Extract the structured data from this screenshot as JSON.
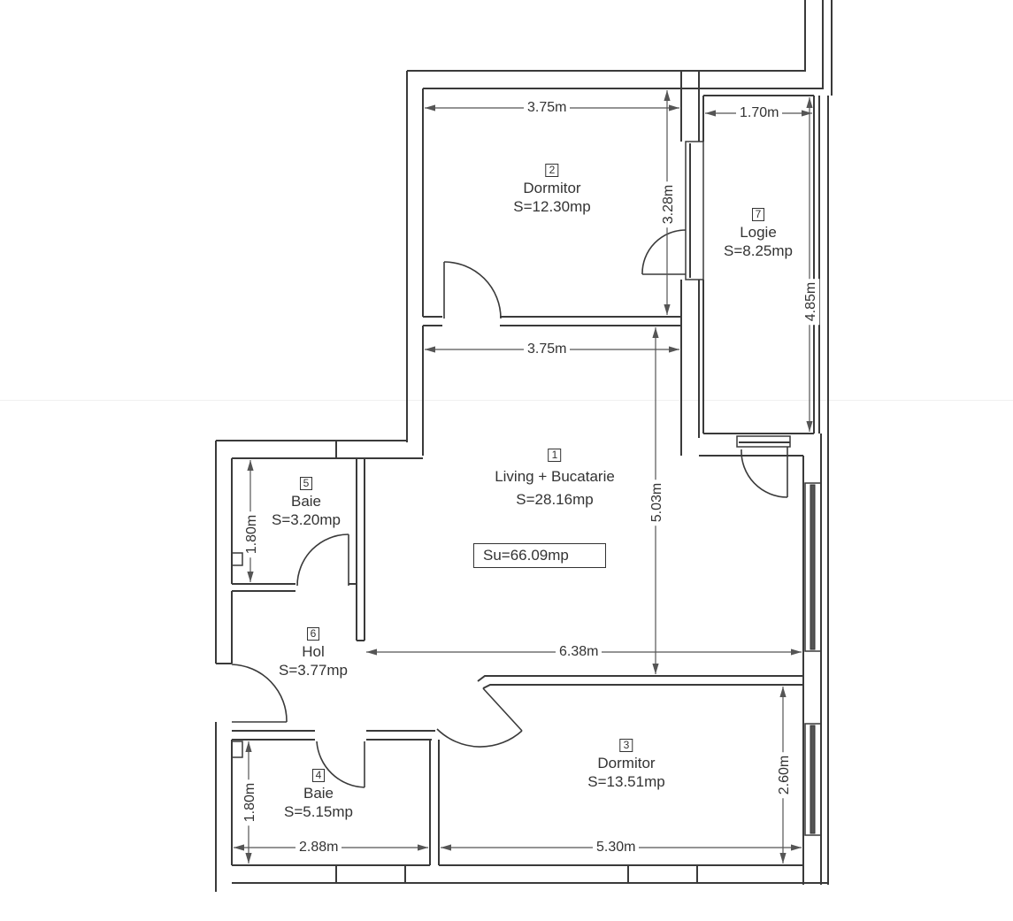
{
  "plan": {
    "total_area": "Su=66.09mp",
    "rooms": [
      {
        "id": "1",
        "name": "Living + Bucatarie",
        "area": "S=28.16mp"
      },
      {
        "id": "2",
        "name": "Dormitor",
        "area": "S=12.30mp"
      },
      {
        "id": "3",
        "name": "Dormitor",
        "area": "S=13.51mp"
      },
      {
        "id": "4",
        "name": "Baie",
        "area": "S=5.15mp"
      },
      {
        "id": "5",
        "name": "Baie",
        "area": "S=3.20mp"
      },
      {
        "id": "6",
        "name": "Hol",
        "area": "S=3.77mp"
      },
      {
        "id": "7",
        "name": "Logie",
        "area": "S=8.25mp"
      }
    ],
    "dimensions": {
      "dormitor2_width": "3.75m",
      "dormitor2_height": "3.28m",
      "logie_width": "1.70m",
      "logie_height": "4.85m",
      "living_width": "3.75m",
      "living_height": "5.03m",
      "living_length": "6.38m",
      "baie5_height": "1.80m",
      "baie4_height": "1.80m",
      "baie4_width": "2.88m",
      "dormitor3_width": "5.30m",
      "dormitor3_height": "2.60m"
    }
  }
}
